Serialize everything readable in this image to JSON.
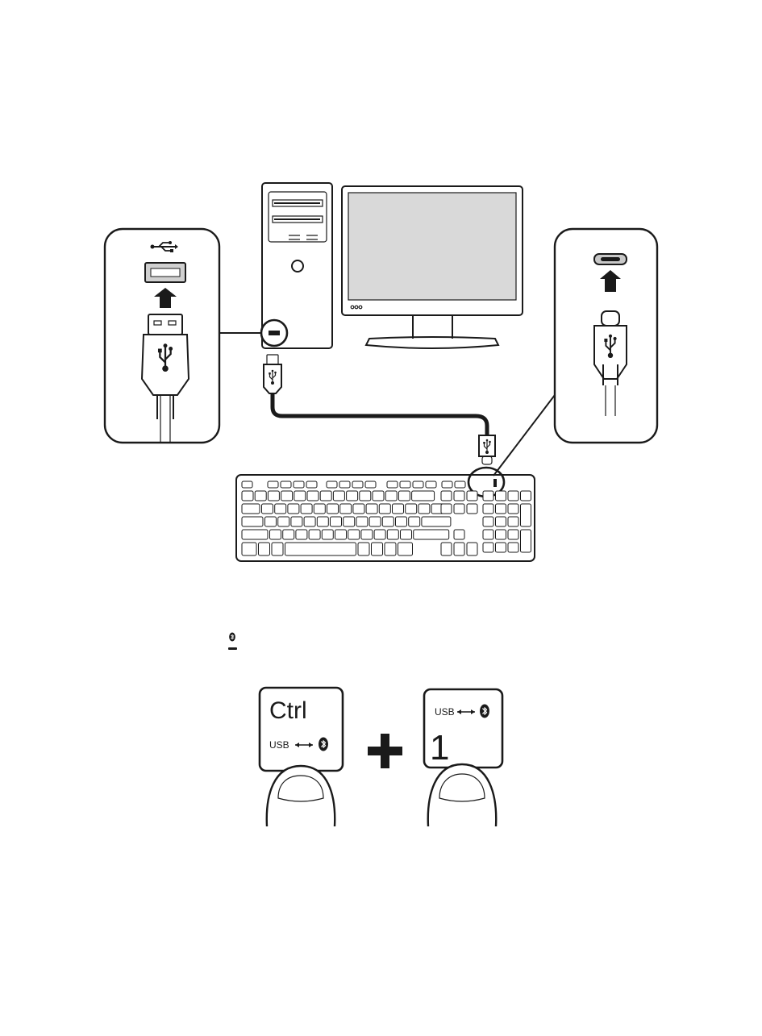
{
  "diagram": {
    "pc_tower": {
      "icon": "pc-tower"
    },
    "monitor": {
      "icon": "monitor"
    },
    "keyboard": {
      "icon": "keyboard"
    },
    "usb_a_callout": {
      "icon": "usb-a-port-callout"
    },
    "usb_c_callout": {
      "icon": "usb-c-port-callout"
    },
    "cable": {
      "icon": "usb-cable"
    },
    "bluetooth_indicator": {
      "icon": "bluetooth-icon"
    }
  },
  "key_combo": {
    "ctrl_key": {
      "label": "Ctrl",
      "sub_label": "USB"
    },
    "one_key": {
      "label": "1",
      "sub_label": "USB"
    },
    "plus_icon": "plus-icon"
  },
  "colors": {
    "ink": "#1a1a1a",
    "screen": "#d9d9d9",
    "port": "#c8c8c8",
    "background": "#ffffff"
  }
}
